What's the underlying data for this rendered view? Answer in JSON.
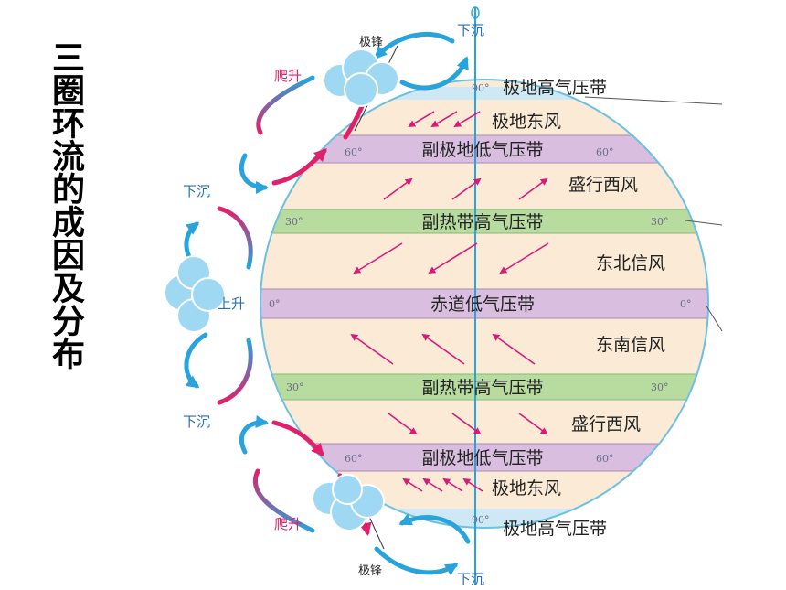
{
  "title": "三圈环流的成因及分布",
  "belts": {
    "polar_high": "极地高气压带",
    "subpolar_low": "副极地低气压带",
    "subtropical_high": "副热带高气压带",
    "equatorial_low": "赤道低气压带"
  },
  "winds": {
    "polar_easterlies": "极地东风",
    "westerlies": "盛行西风",
    "ne_trades": "东北信风",
    "se_trades": "东南信风"
  },
  "vertical": {
    "sink": "下沉",
    "rise": "上升",
    "climb": "爬升"
  },
  "front": "极锋",
  "degrees": {
    "d90": "90°",
    "d60": "60°",
    "d30": "30°",
    "d0": "0°"
  },
  "colors": {
    "belt_low": "#d9bee0",
    "belt_high": "#b8dca0",
    "zone_fill": "#fbebd6",
    "circulation_cold": "#29a3dc",
    "circulation_warm": "#e0206a",
    "wind_arrow": "#d81b7a",
    "globe_edge": "#6cc0e0"
  },
  "icons": [
    "cloud-icon"
  ]
}
